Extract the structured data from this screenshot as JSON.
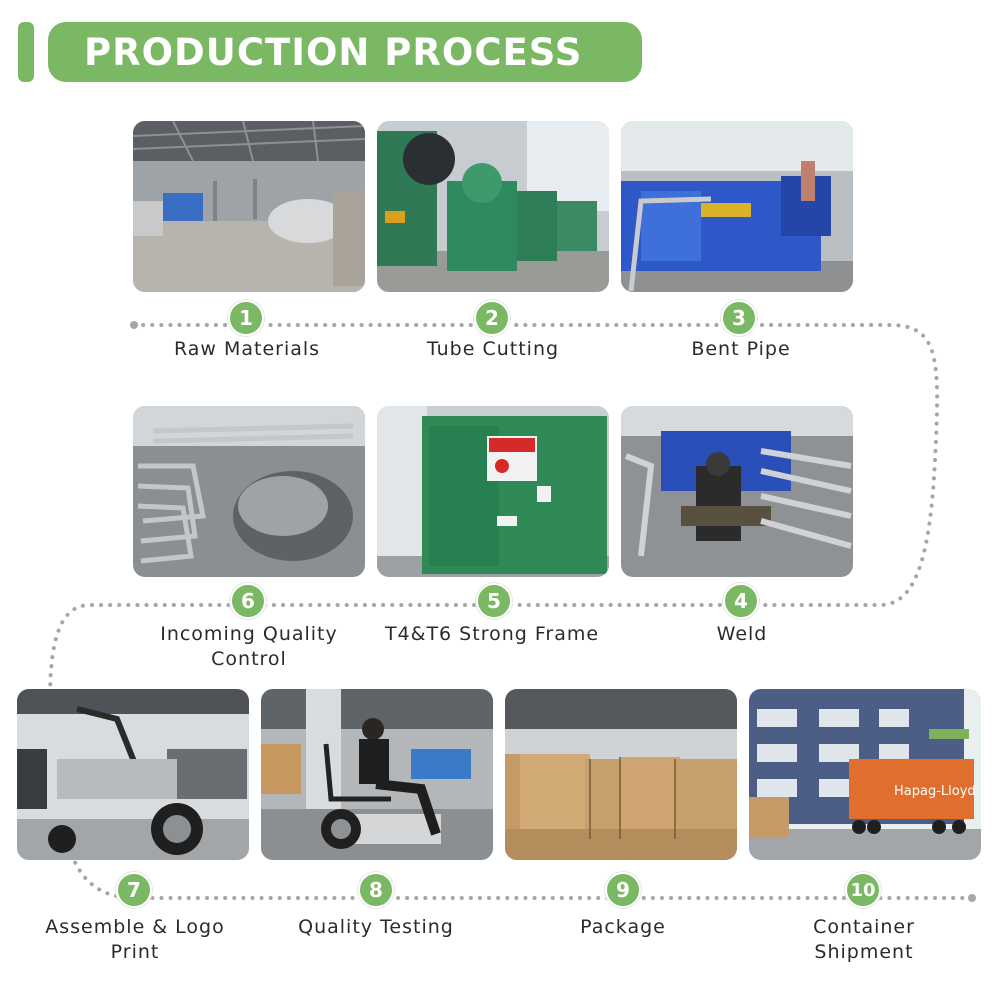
{
  "header": {
    "title": "PRODUCTION PROCESS"
  },
  "colors": {
    "accent": "#7ab863",
    "path_dots": "#a6a6a6"
  },
  "steps": [
    {
      "number": "1",
      "label_line1": "Raw Materials",
      "label_line2": "",
      "photo": "warehouse-raw-materials"
    },
    {
      "number": "2",
      "label_line1": "Tube Cutting",
      "label_line2": "",
      "photo": "punch-press-machines"
    },
    {
      "number": "3",
      "label_line1": "Bent Pipe",
      "label_line2": "",
      "photo": "pipe-bending-machine"
    },
    {
      "number": "4",
      "label_line1": "Weld",
      "label_line2": "",
      "photo": "welding-station"
    },
    {
      "number": "5",
      "label_line1": "T4&T6 Strong Frame",
      "label_line2": "",
      "photo": "heat-treatment-oven"
    },
    {
      "number": "6",
      "label_line1": "Incoming Quality",
      "label_line2": "Control",
      "photo": "bent-tube-inspection"
    },
    {
      "number": "7",
      "label_line1": "Assemble & Logo",
      "label_line2": "Print",
      "photo": "wheelchair-assembly"
    },
    {
      "number": "8",
      "label_line1": "Quality Testing",
      "label_line2": "",
      "photo": "wheelchair-testing"
    },
    {
      "number": "9",
      "label_line1": "Package",
      "label_line2": "",
      "photo": "cardboard-boxes"
    },
    {
      "number": "10",
      "label_line1": "Container",
      "label_line2": "Shipment",
      "photo": "container-truck"
    }
  ],
  "photo_text": {
    "container_brand": "Hapag-Lloyd"
  }
}
